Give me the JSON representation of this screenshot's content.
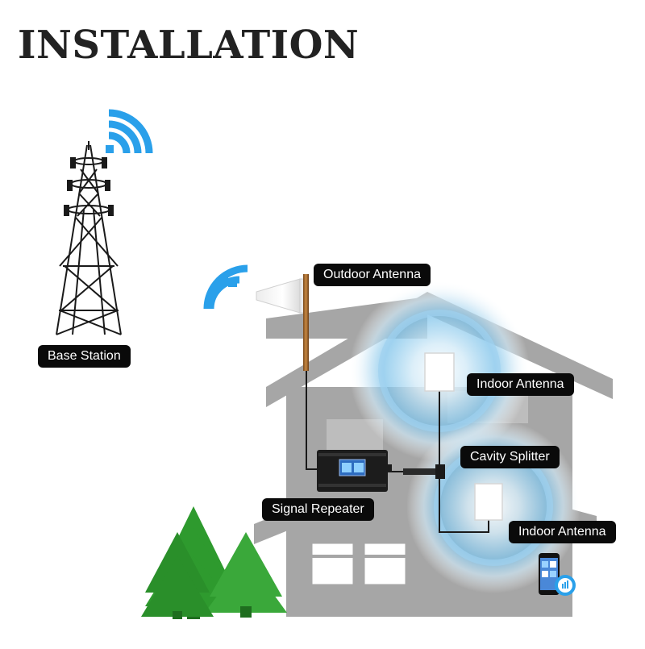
{
  "title": "INSTALLATION",
  "labels": {
    "base_station": "Base Station",
    "outdoor_antenna": "Outdoor Antenna",
    "indoor_antenna_1": "Indoor Antenna",
    "cavity_splitter": "Cavity Splitter",
    "signal_repeater": "Signal Repeater",
    "indoor_antenna_2": "Indoor Antenna"
  },
  "colors": {
    "signal_blue": "#2aa0ea",
    "house_gray": "#a6a6a6",
    "tree_green": "#2e9a2e",
    "label_bg": "#0a0a0a",
    "cable": "#1a1a1a"
  },
  "icons": [
    "wifi-signal-icon",
    "tower-icon",
    "yagi-antenna-icon",
    "panel-antenna-icon",
    "repeater-icon",
    "splitter-icon",
    "phone-icon",
    "tree-icon"
  ]
}
